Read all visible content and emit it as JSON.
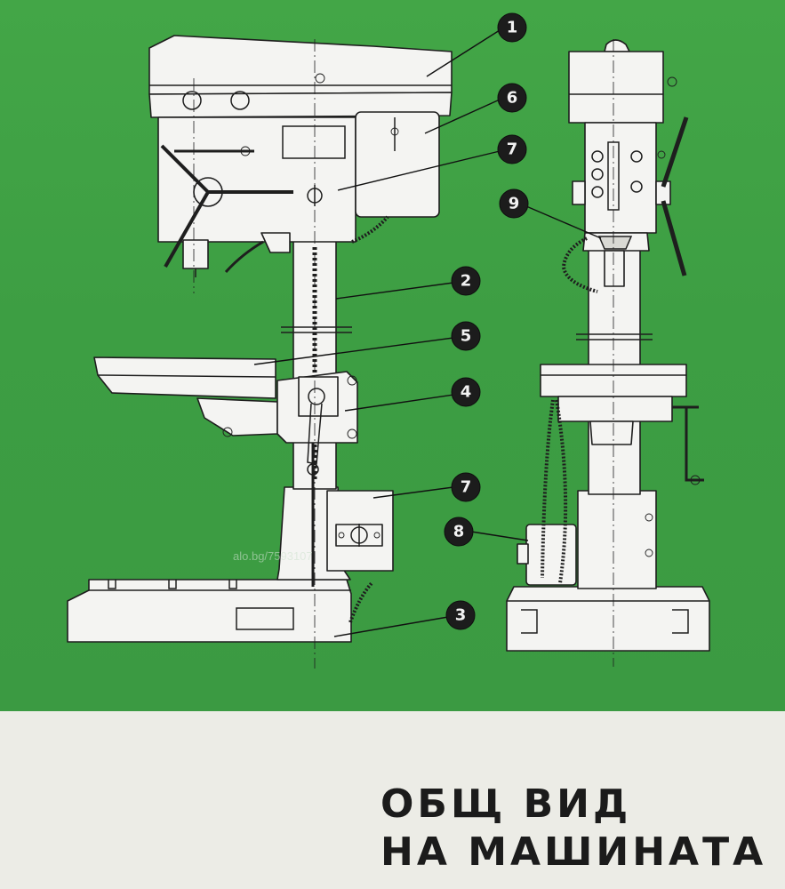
{
  "title": {
    "line1": "ОБЩ ВИД",
    "line2": "НА МАШИНАТА"
  },
  "watermark": "alo.bg/7593107",
  "callouts": [
    {
      "number": "1"
    },
    {
      "number": "6"
    },
    {
      "number": "7"
    },
    {
      "number": "9"
    },
    {
      "number": "2"
    },
    {
      "number": "5"
    },
    {
      "number": "4"
    },
    {
      "number": "7"
    },
    {
      "number": "8"
    },
    {
      "number": "3"
    }
  ],
  "colors": {
    "background_green": "#3d9e43",
    "lower_background": "#ecece6",
    "part_fill": "#f4f4f2",
    "callout_fill": "#1c1c1c"
  }
}
